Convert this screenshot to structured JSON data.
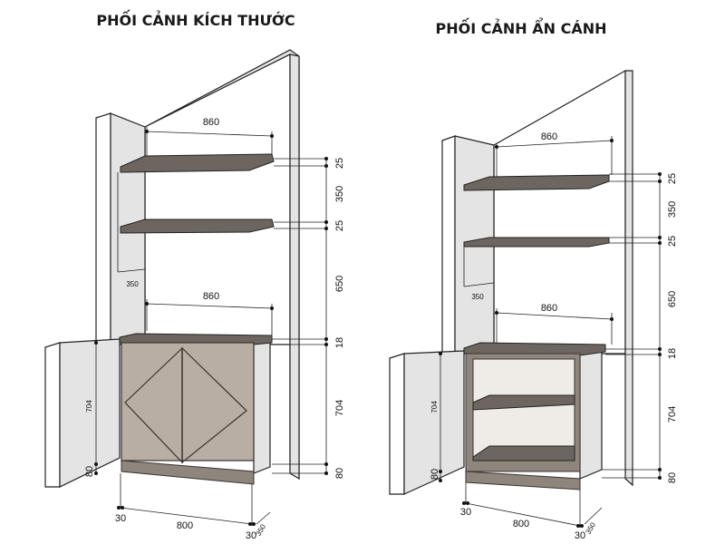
{
  "titles": {
    "left": "PHỐI CẢNH KÍCH THƯỚC",
    "right": "PHỐI CẢNH ẨN CÁNH"
  },
  "left": {
    "top_width": "860",
    "shelf1_thickness": "25",
    "shelf_gap": "350",
    "shelf2_thickness": "25",
    "upper_gap": "650",
    "depth_upper": "350",
    "cabinet_width_top": "860",
    "top_thickness": "18",
    "cabinet_height": "704",
    "cabinet_height_side": "704",
    "plinth": "80",
    "plinth_side": "80",
    "side_left": "30",
    "base_width": "800",
    "side_right": "30",
    "base_depth": "350"
  },
  "right": {
    "top_width": "860",
    "shelf1_thickness": "25",
    "shelf_gap": "350",
    "shelf2_thickness": "25",
    "upper_gap": "650",
    "depth_upper": "350",
    "cabinet_width_top": "860",
    "top_thickness": "18",
    "cabinet_height": "704",
    "cabinet_height_side": "704",
    "plinth": "80",
    "plinth_side": "80",
    "side_left": "30",
    "base_width": "800",
    "side_right": "30",
    "base_depth": "350"
  }
}
